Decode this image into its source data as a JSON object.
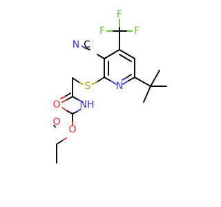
{
  "molecule": {
    "atoms": {
      "f1": "F",
      "f2": "F",
      "f3": "F",
      "cn_n": "N",
      "cn_c": "C",
      "pyridine_n": "N",
      "s": "S",
      "amide_o": "O",
      "nh": "NH",
      "carbamate_o": "O",
      "ester_o": "O"
    }
  },
  "colors": {
    "carbon": "#000000",
    "nitrogen": "#3535e0",
    "oxygen": "#ee2b2b",
    "sulfur": "#b9a21a",
    "fluorine": "#6cc23a"
  }
}
